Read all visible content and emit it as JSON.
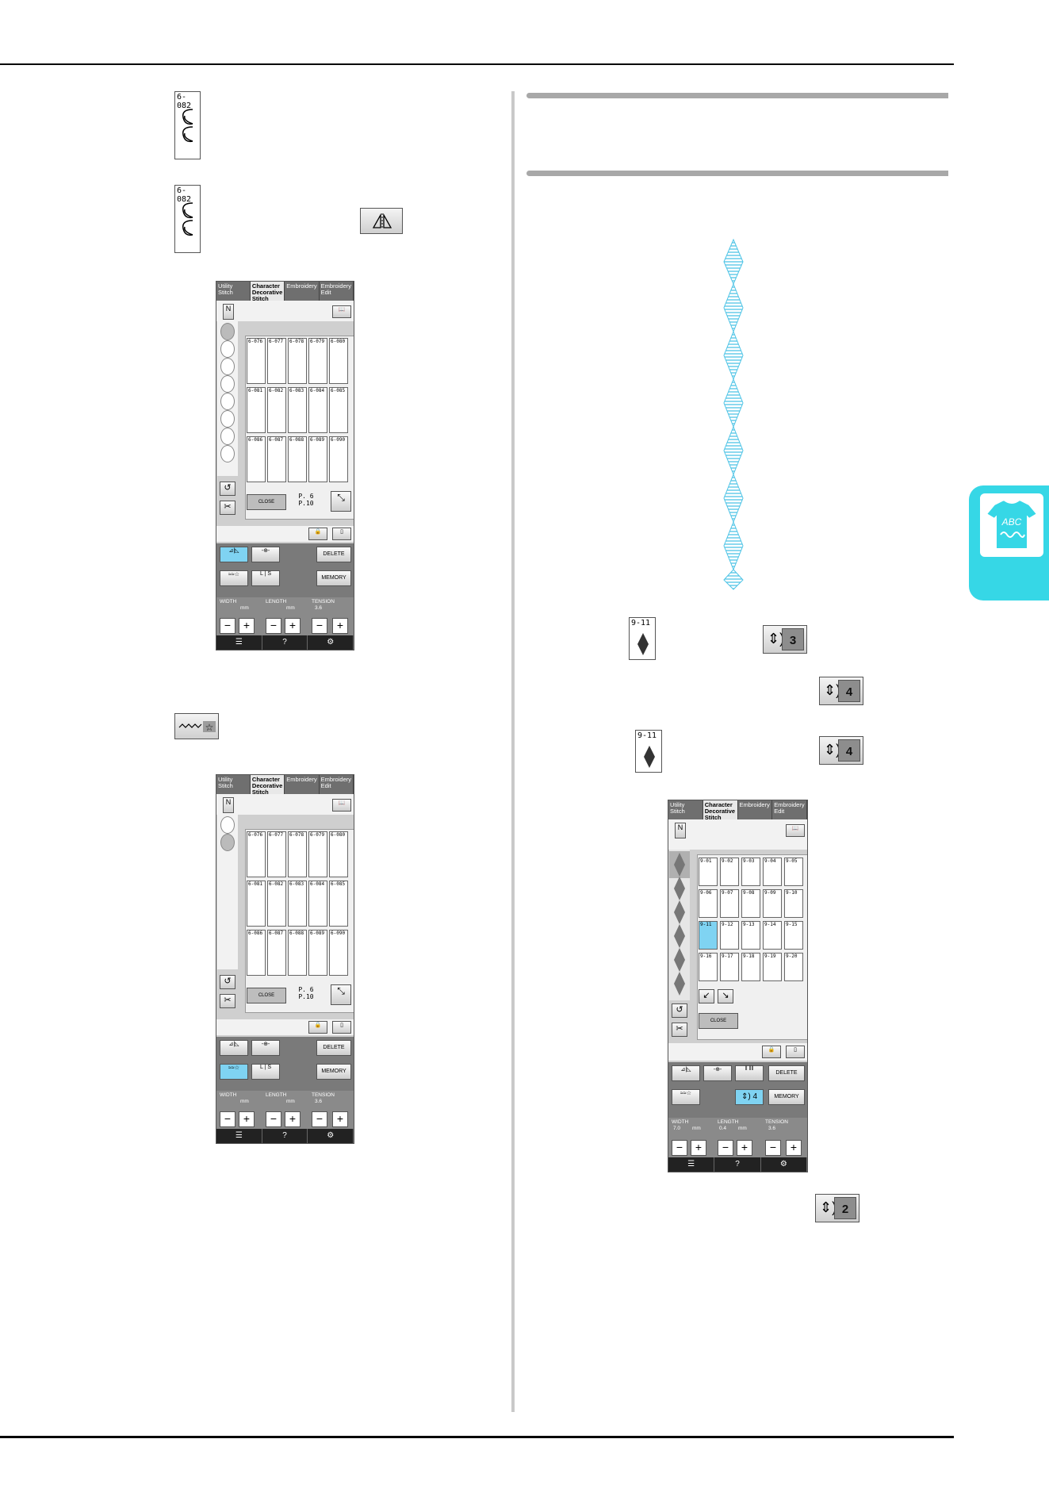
{
  "left_column": {
    "key_6082_a": "6-082",
    "key_6082_b": "6-082",
    "mirror_icon": "mirror-icon",
    "repeat_key_icon": "single-repeat-icon"
  },
  "screen1": {
    "tabs": [
      "Utility Stitch",
      "Character Decorative Stitch",
      "Embroidery",
      "Embroidery Edit"
    ],
    "cells": [
      "6-076",
      "6-077",
      "6-078",
      "6-079",
      "6-080",
      "6-081",
      "6-082",
      "6-083",
      "6-084",
      "6-085",
      "6-086",
      "6-087",
      "6-088",
      "6-089",
      "6-090"
    ],
    "close": "CLOSE",
    "page_top": "P. 6",
    "page_bot": "P.10",
    "delete": "DELETE",
    "memory": "MEMORY",
    "width": "WIDTH",
    "length": "LENGTH",
    "tension": "TENSION",
    "mm": "mm",
    "tension_val": "3.6",
    "l_label": "L",
    "s_label": "S"
  },
  "screen2": {
    "tabs": [
      "Utility Stitch",
      "Character Decorative Stitch",
      "Embroidery",
      "Embroidery Edit"
    ],
    "cells": [
      "6-076",
      "6-077",
      "6-078",
      "6-079",
      "6-080",
      "6-081",
      "6-082",
      "6-083",
      "6-084",
      "6-085",
      "6-086",
      "6-087",
      "6-088",
      "6-089",
      "6-090"
    ],
    "close": "CLOSE",
    "page_top": "P. 6",
    "page_bot": "P.10",
    "delete": "DELETE",
    "memory": "MEMORY",
    "width": "WIDTH",
    "length": "LENGTH",
    "tension": "TENSION",
    "mm": "mm",
    "tension_val": "3.6",
    "l_label": "L",
    "s_label": "S"
  },
  "right_column": {
    "key_911_a": "9-11",
    "elong_a": "3",
    "elong_b": "4",
    "key_911_b": "9-11",
    "elong_c": "4",
    "elong_d": "2",
    "colors": {
      "stitch": "#4fc4e6",
      "tab": "#36d7e6",
      "selected": "#7fd3f2"
    }
  },
  "screen3": {
    "tabs": [
      "Utility Stitch",
      "Character Decorative Stitch",
      "Embroidery",
      "Embroidery Edit"
    ],
    "cells": [
      "9-01",
      "9-02",
      "9-03",
      "9-04",
      "9-05",
      "9-06",
      "9-07",
      "9-08",
      "9-09",
      "9-10",
      "9-11",
      "9-12",
      "9-13",
      "9-14",
      "9-15",
      "9-16",
      "9-17",
      "9-18",
      "9-19",
      "9-20"
    ],
    "close": "CLOSE",
    "delete": "DELETE",
    "memory": "MEMORY",
    "width": "WIDTH",
    "length": "LENGTH",
    "tension": "TENSION",
    "mm": "mm",
    "width_val": "7.0",
    "length_val": "0.4",
    "tension_val": "3.6",
    "elong_val": "4"
  }
}
